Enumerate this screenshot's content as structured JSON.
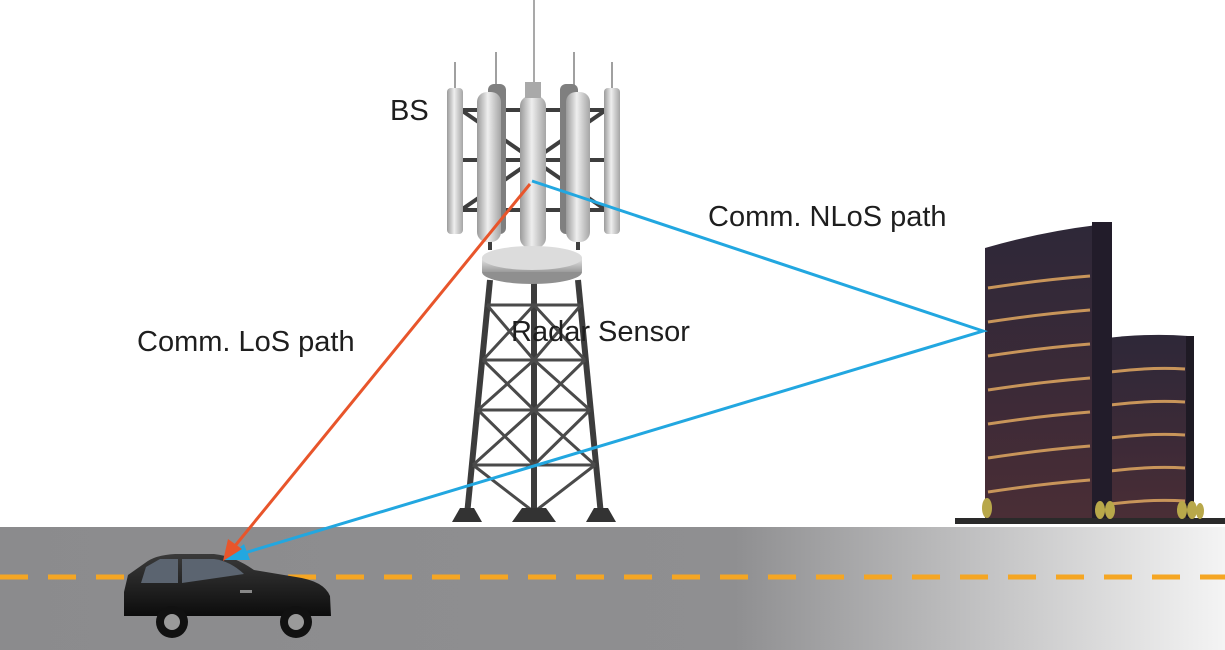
{
  "labels": {
    "bs": "BS",
    "comm_nlos": "Comm. NLoS path",
    "comm_los": "Comm. LoS path",
    "radar_sensor": "Radar Sensor"
  },
  "colors": {
    "los_path": "#e8552b",
    "nlos_path": "#22a7e0",
    "road": "#8d8d8f",
    "lane_marking": "#f5a623",
    "building": "#3a2a3c",
    "building_stripe": "#c8955a",
    "tower": "#3c3c3c",
    "antenna": "#cfcfcf",
    "car": "#1b1b1b"
  },
  "icons": {
    "tower": "base-station-tower-icon",
    "building": "building-icon",
    "car": "car-icon",
    "radar": "radar-dish-icon"
  }
}
